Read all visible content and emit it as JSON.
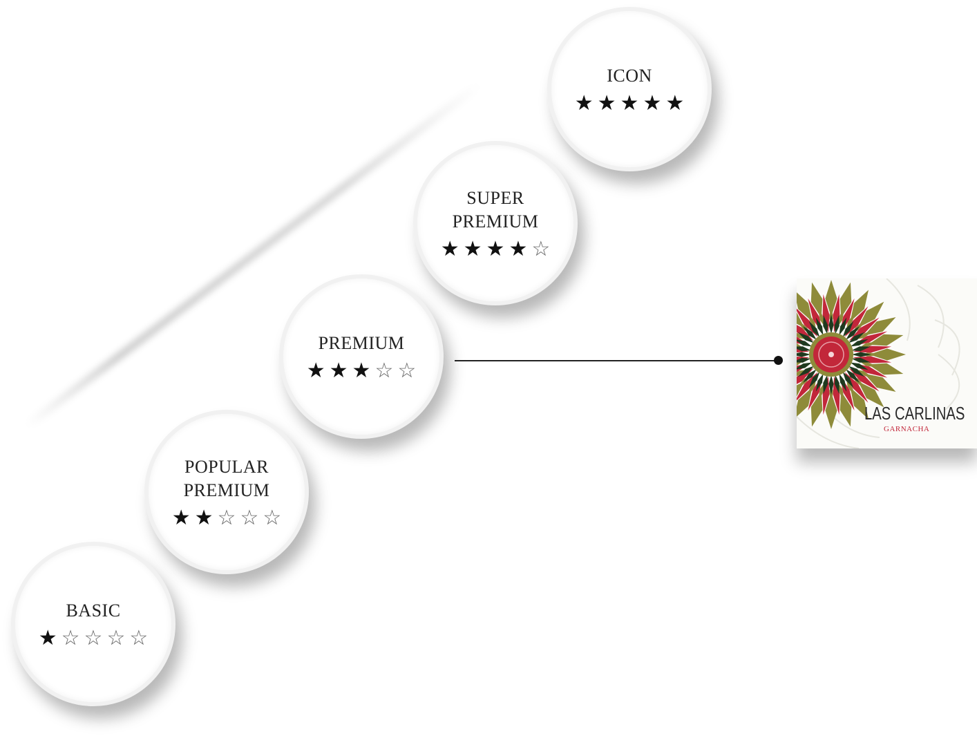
{
  "tiers": [
    {
      "label": "BASIC",
      "rating": 1,
      "max_rating": 5
    },
    {
      "label": "POPULAR\nPREMIUM",
      "rating": 2,
      "max_rating": 5
    },
    {
      "label": "PREMIUM",
      "rating": 3,
      "max_rating": 5
    },
    {
      "label": "SUPER\nPREMIUM",
      "rating": 4,
      "max_rating": 5
    },
    {
      "label": "ICON",
      "rating": 5,
      "max_rating": 5
    }
  ],
  "highlighted_tier": "PREMIUM",
  "product": {
    "brand": "LAS CARLINAS",
    "variety": "GARNACHA",
    "icon": "mandala-flower-icon"
  },
  "colors": {
    "accent_red": "#c2273a",
    "olive": "#8e8b3a",
    "dark_green": "#1f3a1f"
  }
}
